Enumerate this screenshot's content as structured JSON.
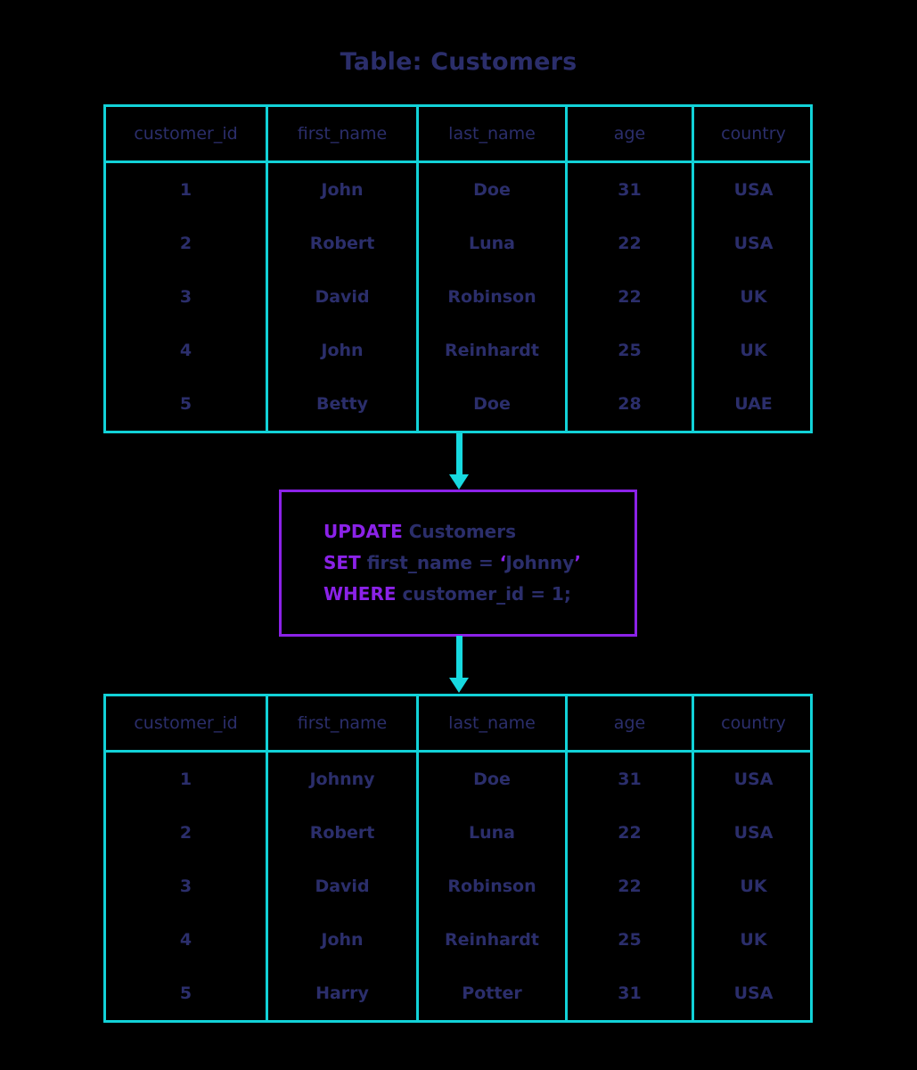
{
  "title": "Table: Customers",
  "colors": {
    "table_border": "#12d2d8",
    "arrow": "#17d9e0",
    "sql_box_border": "#8b22e8",
    "keyword": "#8b22e8",
    "text": "#2b2e6b",
    "background": "#000000"
  },
  "columns": [
    "customer_id",
    "first_name",
    "last_name",
    "age",
    "country"
  ],
  "table_before": {
    "rows": [
      [
        "1",
        "John",
        "Doe",
        "31",
        "USA"
      ],
      [
        "2",
        "Robert",
        "Luna",
        "22",
        "USA"
      ],
      [
        "3",
        "David",
        "Robinson",
        "22",
        "UK"
      ],
      [
        "4",
        "John",
        "Reinhardt",
        "25",
        "UK"
      ],
      [
        "5",
        "Betty",
        "Doe",
        "28",
        "UAE"
      ]
    ]
  },
  "table_after": {
    "rows": [
      [
        "1",
        "Johnny",
        "Doe",
        "31",
        "USA"
      ],
      [
        "2",
        "Robert",
        "Luna",
        "22",
        "USA"
      ],
      [
        "3",
        "David",
        "Robinson",
        "22",
        "UK"
      ],
      [
        "4",
        "John",
        "Reinhardt",
        "25",
        "UK"
      ],
      [
        "5",
        "Harry",
        "Potter",
        "31",
        "USA"
      ]
    ]
  },
  "sql": {
    "line1_keyword": "UPDATE",
    "line1_operand": "Customers",
    "line2_keyword": "SET",
    "line2_operand": "first_name = ",
    "line2_open_quote": "‘",
    "line2_value": "Johnny",
    "line2_close_quote": "’",
    "line3_keyword": "WHERE",
    "line3_operand": "customer_id = 1;"
  }
}
